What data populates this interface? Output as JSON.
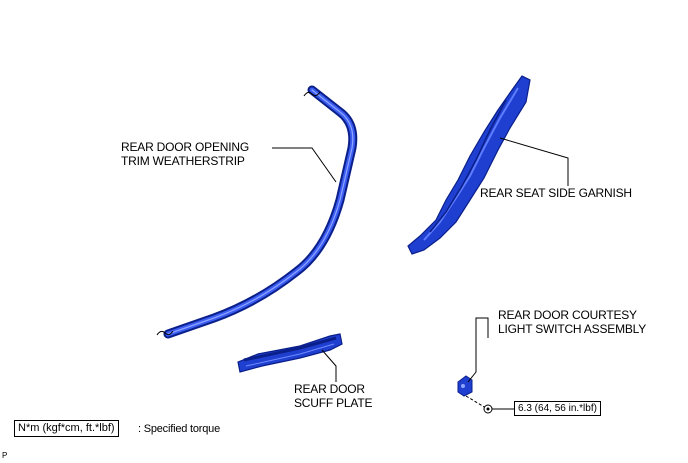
{
  "labels": {
    "weatherstrip_line1": "REAR DOOR OPENING",
    "weatherstrip_line2": "TRIM WEATHERSTRIP",
    "garnish": "REAR SEAT SIDE GARNISH",
    "courtesy_line1": "REAR DOOR COURTESY",
    "courtesy_line2": "LIGHT SWITCH ASSEMBLY",
    "scuff_line1": "REAR DOOR",
    "scuff_line2": "SCUFF PLATE"
  },
  "torque": {
    "value": "6.3 (64, 56 in.*lbf)"
  },
  "legend": {
    "box_text": "N*m (kgf*cm, ft.*lbf)",
    "description": ": Specified torque"
  },
  "footer": {
    "code": "P"
  },
  "colors": {
    "part_blue": "#1f3fd0",
    "part_dark": "#0a1f8a",
    "line": "#000000"
  }
}
